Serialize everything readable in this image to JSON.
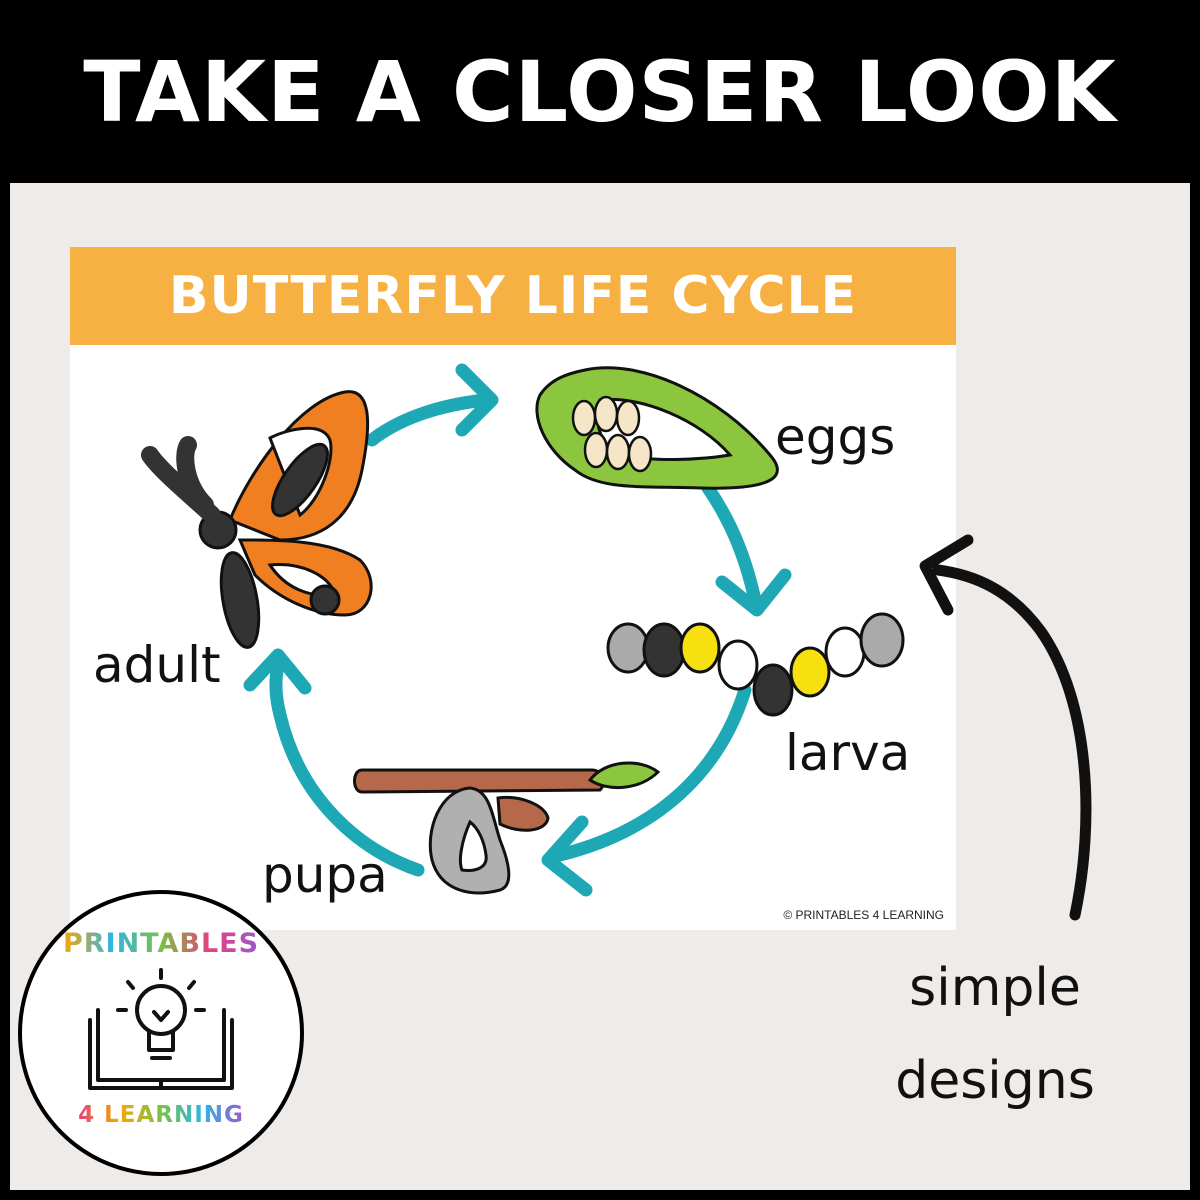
{
  "header": {
    "title": "TAKE A CLOSER LOOK"
  },
  "card": {
    "title": "BUTTERFLY LIFE CYCLE",
    "copyright": "© PRINTABLES 4 LEARNING",
    "stages": {
      "eggs": "eggs",
      "larva": "larva",
      "pupa": "pupa",
      "adult": "adult"
    }
  },
  "note": {
    "line1": "simple",
    "line2": "designs"
  },
  "logo": {
    "top_text": "PRINTABLES",
    "bottom_text": "4 LEARNING"
  },
  "colors": {
    "banner": "#f7b042",
    "cycle_arrow": "#1ea8b5",
    "panel": "#eeebe8",
    "egg_leaf": "#8cc63f",
    "wing": "#f07f22",
    "branch": "#b5694a"
  },
  "icons": [
    "butterfly-icon",
    "egg-leaf-icon",
    "caterpillar-icon",
    "chrysalis-icon",
    "curved-arrow-icon",
    "lightbulb-book-icon"
  ]
}
